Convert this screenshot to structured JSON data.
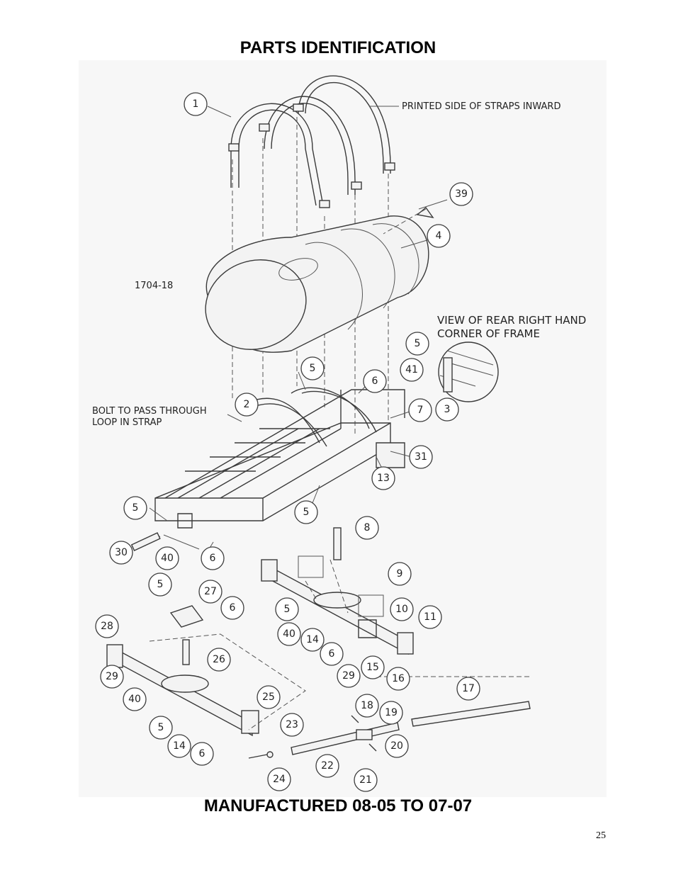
{
  "page": {
    "title": "PARTS IDENTIFICATION",
    "footer": "MANUFACTURED 08-05 TO 07-07",
    "page_number": "25"
  },
  "diagram": {
    "drawing_number": "1704-18",
    "notes": {
      "straps": "PRINTED SIDE OF STRAPS INWARD",
      "view_line1": "VIEW OF REAR RIGHT HAND",
      "view_line2": "CORNER OF FRAME",
      "bolt_line1": "BOLT TO PASS THROUGH",
      "bolt_line2": "LOOP IN STRAP"
    },
    "callouts": [
      "1",
      "39",
      "4",
      "5",
      "41",
      "3",
      "5",
      "6",
      "2",
      "7",
      "31",
      "13",
      "5",
      "5",
      "8",
      "30",
      "40",
      "6",
      "5",
      "27",
      "6",
      "9",
      "10",
      "11",
      "5",
      "40",
      "14",
      "6",
      "28",
      "29",
      "26",
      "15",
      "16",
      "17",
      "40",
      "25",
      "18",
      "19",
      "23",
      "5",
      "14",
      "6",
      "20",
      "22",
      "24",
      "21",
      "29"
    ]
  }
}
